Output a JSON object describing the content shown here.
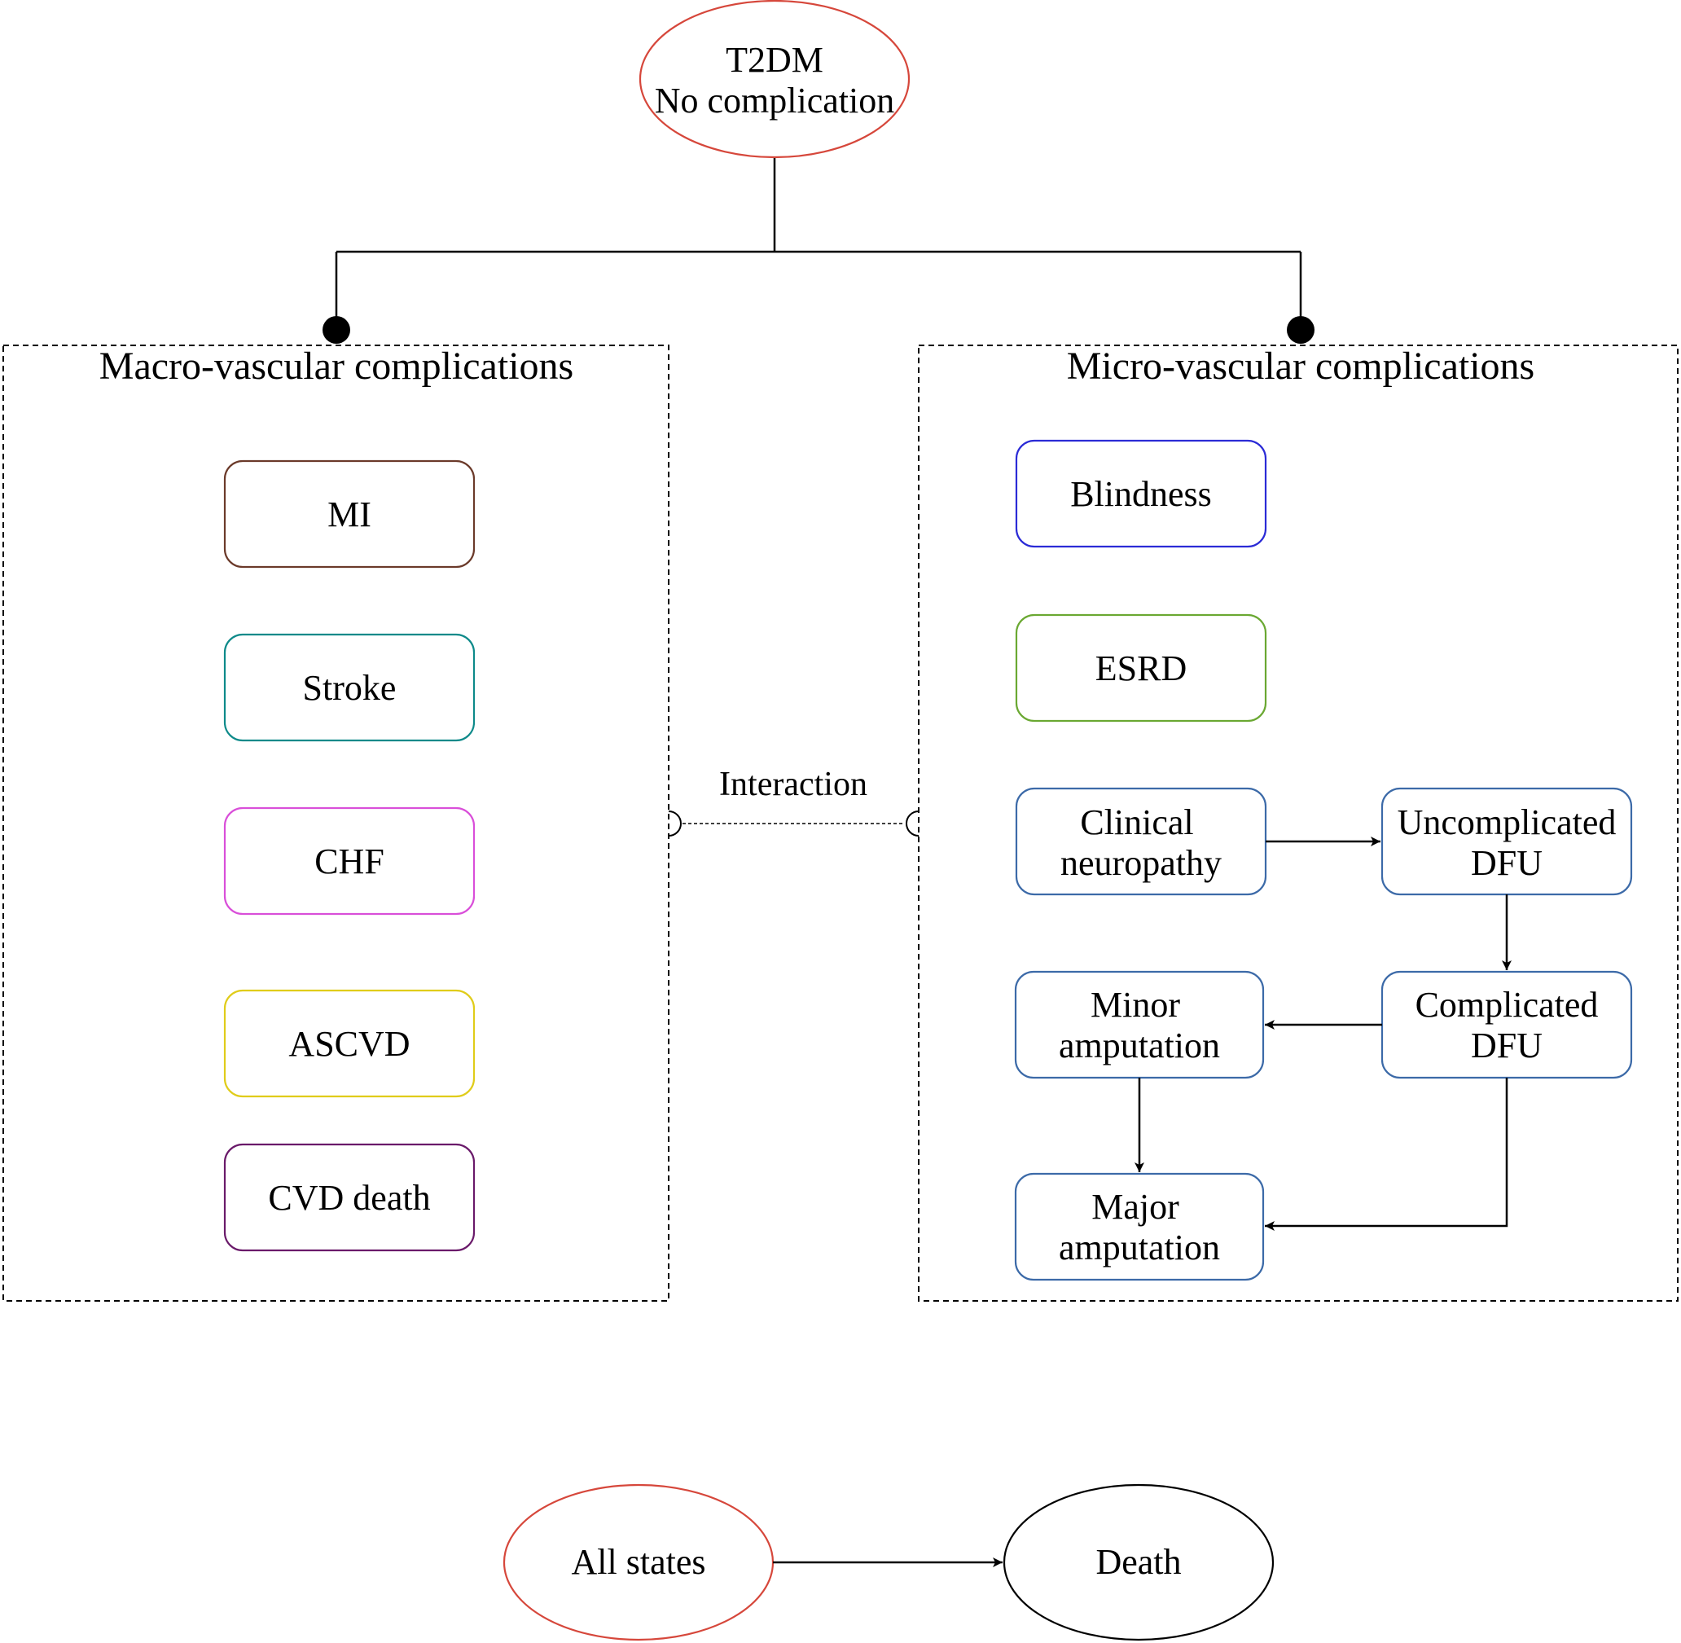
{
  "nodes": {
    "t2dm": {
      "lines": [
        "T2DM",
        "No complication"
      ],
      "color": "#d6473b"
    },
    "mi": {
      "lines": [
        "MI"
      ],
      "color": "#6b3a2a"
    },
    "stroke": {
      "lines": [
        "Stroke"
      ],
      "color": "#0e8a8a"
    },
    "chf": {
      "lines": [
        "CHF"
      ],
      "color": "#d94fd9"
    },
    "ascvd": {
      "lines": [
        "ASCVD"
      ],
      "color": "#e0cc1a"
    },
    "cvd_death": {
      "lines": [
        "CVD death"
      ],
      "color": "#6a1a6a"
    },
    "blindness": {
      "lines": [
        "Blindness"
      ],
      "color": "#2b2bd6"
    },
    "esrd": {
      "lines": [
        "ESRD"
      ],
      "color": "#6aa832"
    },
    "clinical_neuropathy": {
      "lines": [
        "Clinical",
        "neuropathy"
      ],
      "color": "#3c6aa8"
    },
    "uncomplicated_dfu": {
      "lines": [
        "Uncomplicated",
        "DFU"
      ],
      "color": "#3c6aa8"
    },
    "complicated_dfu": {
      "lines": [
        "Complicated",
        "DFU"
      ],
      "color": "#3c6aa8"
    },
    "minor_amputation": {
      "lines": [
        "Minor",
        "amputation"
      ],
      "color": "#3c6aa8"
    },
    "major_amputation": {
      "lines": [
        "Major",
        "amputation"
      ],
      "color": "#3c6aa8"
    },
    "all_states": {
      "lines": [
        "All states"
      ],
      "color": "#d6473b"
    },
    "death": {
      "lines": [
        "Death"
      ],
      "color": "#000000"
    }
  },
  "groups": {
    "macro": {
      "title": "Macro-vascular complications"
    },
    "micro": {
      "title": "Micro-vascular complications"
    }
  },
  "connections": {
    "interaction": {
      "label": "Interaction"
    }
  },
  "edges": [
    {
      "from": "T2DM / No complication",
      "to": "Macro-vascular complications"
    },
    {
      "from": "T2DM / No complication",
      "to": "Micro-vascular complications"
    },
    {
      "from": "Clinical neuropathy",
      "to": "Uncomplicated DFU"
    },
    {
      "from": "Uncomplicated DFU",
      "to": "Complicated DFU"
    },
    {
      "from": "Complicated DFU",
      "to": "Minor amputation"
    },
    {
      "from": "Minor amputation",
      "to": "Major amputation"
    },
    {
      "from": "Complicated DFU",
      "to": "Major amputation"
    },
    {
      "from": "All states",
      "to": "Death"
    }
  ]
}
